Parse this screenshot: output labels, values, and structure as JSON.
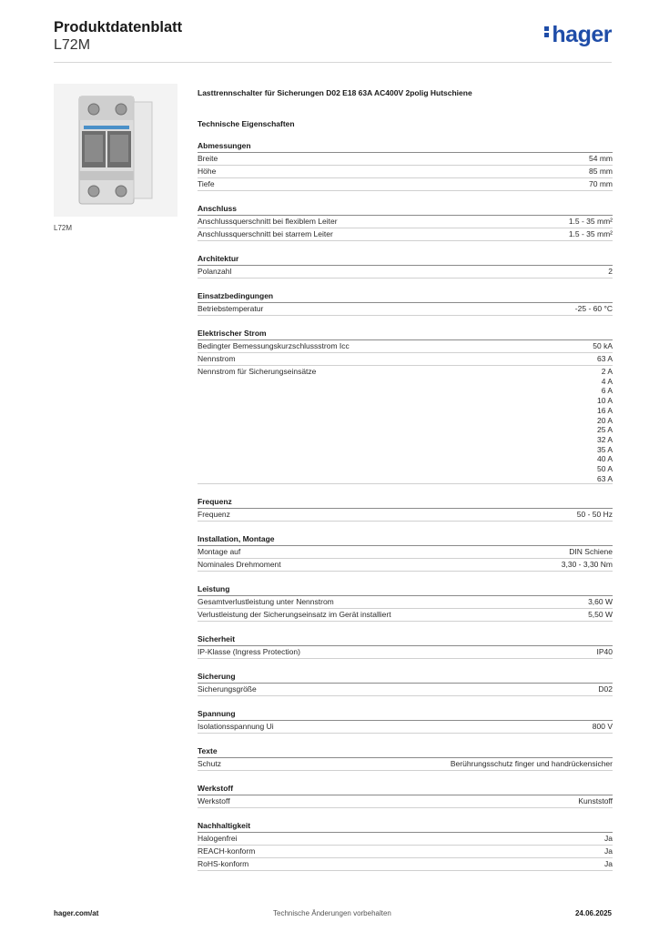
{
  "header": {
    "title": "Produktdatenblatt",
    "subtitle": "L72M",
    "logo": "hager"
  },
  "product": {
    "image_caption": "L72M",
    "description": "Lasttrennschalter für Sicherungen D02 E18 63A AC400V 2polig Hutschiene",
    "tech_title": "Technische Eigenschaften"
  },
  "sections": [
    {
      "title": "Abmessungen",
      "rows": [
        {
          "label": "Breite",
          "value": "54 mm"
        },
        {
          "label": "Höhe",
          "value": "85 mm"
        },
        {
          "label": "Tiefe",
          "value": "70 mm"
        }
      ]
    },
    {
      "title": "Anschluss",
      "rows": [
        {
          "label": "Anschlussquerschnitt bei flexiblem Leiter",
          "value": "1.5 - 35 mm²"
        },
        {
          "label": "Anschlussquerschnitt bei starrem Leiter",
          "value": "1.5 - 35 mm²"
        }
      ]
    },
    {
      "title": "Architektur",
      "rows": [
        {
          "label": "Polanzahl",
          "value": "2"
        }
      ]
    },
    {
      "title": "Einsatzbedingungen",
      "rows": [
        {
          "label": "Betriebstemperatur",
          "value": "-25 - 60 °C"
        }
      ]
    },
    {
      "title": "Elektrischer Strom",
      "rows": [
        {
          "label": "Bedingter Bemessungskurzschlussstrom Icc",
          "value": "50 kA"
        },
        {
          "label": "Nennstrom",
          "value": "63 A"
        },
        {
          "label": "Nennstrom für Sicherungseinsätze",
          "values": [
            "2 A",
            "4 A",
            "6 A",
            "10 A",
            "16 A",
            "20 A",
            "25 A",
            "32 A",
            "35 A",
            "40 A",
            "50 A",
            "63 A"
          ]
        }
      ]
    },
    {
      "title": "Frequenz",
      "rows": [
        {
          "label": "Frequenz",
          "value": "50 - 50 Hz"
        }
      ]
    },
    {
      "title": "Installation, Montage",
      "rows": [
        {
          "label": "Montage auf",
          "value": "DIN Schiene"
        },
        {
          "label": "Nominales Drehmoment",
          "value": "3,30 - 3,30 Nm"
        }
      ]
    },
    {
      "title": "Leistung",
      "rows": [
        {
          "label": "Gesamtverlustleistung unter Nennstrom",
          "value": "3,60 W"
        },
        {
          "label": "Verlustleistung der Sicherungseinsatz im Gerät installiert",
          "value": "5,50 W"
        }
      ]
    },
    {
      "title": "Sicherheit",
      "rows": [
        {
          "label": "IP-Klasse (Ingress Protection)",
          "value": "IP40"
        }
      ]
    },
    {
      "title": "Sicherung",
      "rows": [
        {
          "label": "Sicherungsgröße",
          "value": "D02"
        }
      ]
    },
    {
      "title": "Spannung",
      "rows": [
        {
          "label": "Isolationsspannung Ui",
          "value": "800 V"
        }
      ]
    },
    {
      "title": "Texte",
      "rows": [
        {
          "label": "Schutz",
          "value": "Berührungsschutz finger und handrückensicher"
        }
      ]
    },
    {
      "title": "Werkstoff",
      "rows": [
        {
          "label": "Werkstoff",
          "value": "Kunststoff"
        }
      ]
    },
    {
      "title": "Nachhaltigkeit",
      "rows": [
        {
          "label": "Halogenfrei",
          "value": "Ja"
        },
        {
          "label": "REACH-konform",
          "value": "Ja"
        },
        {
          "label": "RoHS-konform",
          "value": "Ja"
        }
      ]
    }
  ],
  "footer": {
    "left": "hager.com/at",
    "center": "Technische Änderungen vorbehalten",
    "right": "24.06.2025"
  }
}
